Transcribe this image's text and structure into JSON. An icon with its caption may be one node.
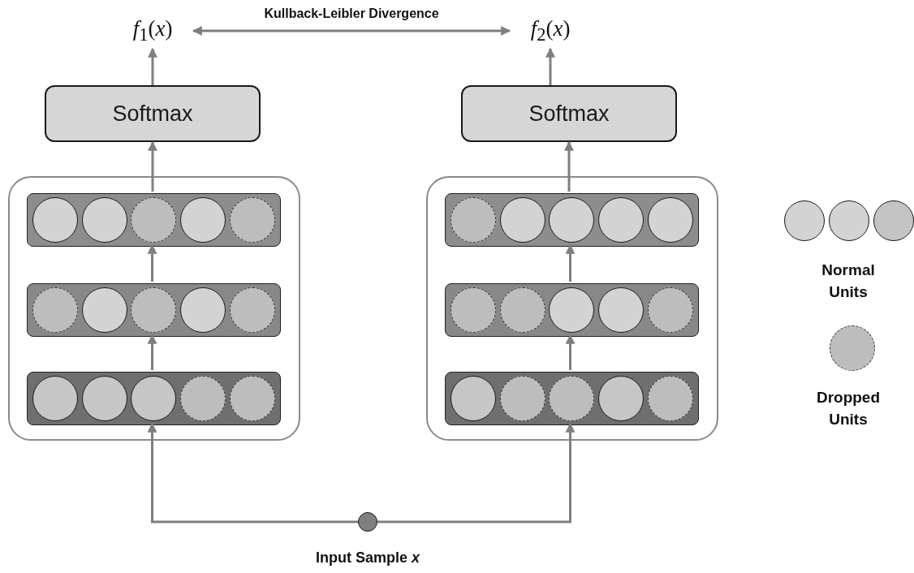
{
  "diagram": {
    "nodes": [
      {
        "text": [
          "*f*$_{1}$(*x*)"
        ]
      },
      {
        "text": [
          "*f*$_{2}$(*x*)"
        ]
      },
      {
        "text": [
          "Softmax"
        ]
      },
      {
        "text": [
          "Softmax"
        ]
      },
      {
        "text": [],
        "shape": "box"
      },
      {
        "text": [],
        "shape": "bar",
        "in": 4
      },
      {
        "text": [],
        "shape": "bar",
        "in": 4
      },
      {
        "text": [],
        "shape": "bar",
        "in": 4
      },
      {
        "text": [],
        "shape": "box"
      },
      {
        "text": [],
        "shape": "bar",
        "in": 8
      },
      {
        "text": [],
        "shape": "bar",
        "in": 8
      },
      {
        "text": [],
        "shape": "bar",
        "in": 8
      },
      {
        "text": [],
        "shape": "circle",
        "beside": [
          "Input Sample *x*"
        ]
      }
    ],
    "edges": [
      {
        "from": 2,
        "to": 0,
        "arrow": "to"
      },
      {
        "from": 5,
        "to": 2,
        "arrow": "to"
      },
      {
        "from": 6,
        "to": 5,
        "arrow": "to"
      },
      {
        "from": 7,
        "to": 6,
        "arrow": "to"
      },
      {
        "from": 12,
        "to": 7,
        "arrow": "to"
      },
      {
        "from": 3,
        "to": 1,
        "arrow": "to"
      },
      {
        "from": 9,
        "to": 3,
        "arrow": "to"
      },
      {
        "from": 10,
        "to": 9,
        "arrow": "to"
      },
      {
        "from": 11,
        "to": 10,
        "arrow": "to"
      },
      {
        "from": 12,
        "to": 11,
        "arrow": "to"
      },
      {
        "from": 0,
        "to": 1,
        "arrow": "both",
        "label": "Kullback-Leibler Divergence"
      }
    ],
    "legend": [
      {
        "text": "Normal Units"
      },
      {
        "text": "Dropped Units"
      }
    ]
  }
}
